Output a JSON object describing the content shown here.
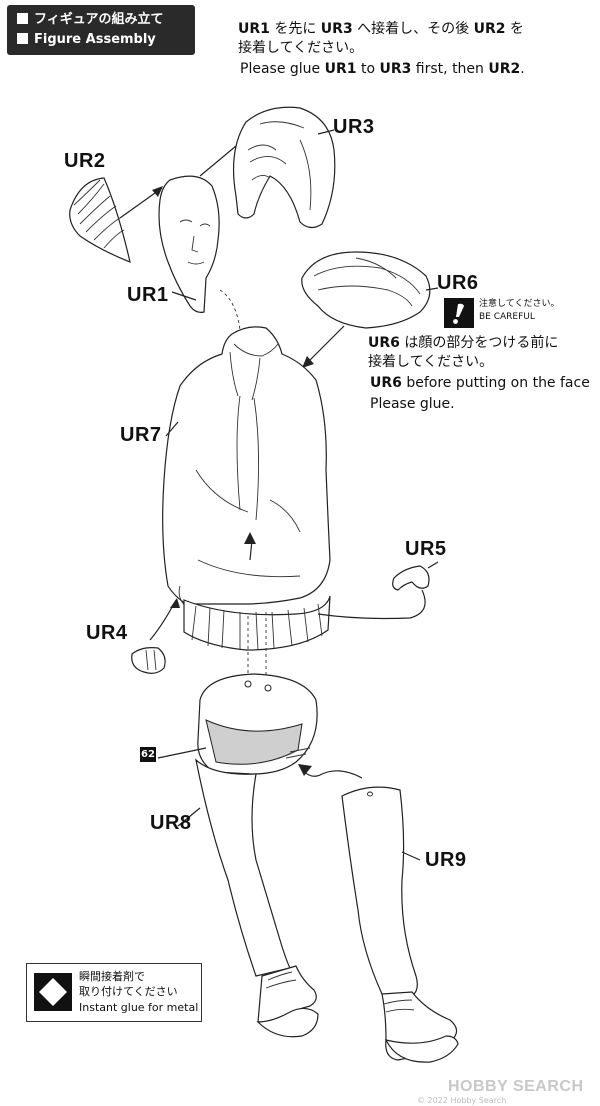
{
  "header": {
    "title_jp": "フィギュアの組み立て",
    "title_en": "Figure Assembly"
  },
  "instruction": {
    "jp_line1": [
      "UR1",
      " を先に ",
      "UR3",
      " へ接着し、その後 ",
      "UR2",
      " を"
    ],
    "jp_line2": "接着してください。",
    "en_line": [
      "Please glue ",
      "UR1",
      " to ",
      "UR3",
      " first, then ",
      "UR2",
      "."
    ]
  },
  "parts": {
    "ur1": "UR1",
    "ur2": "UR2",
    "ur3": "UR3",
    "ur4": "UR4",
    "ur5": "UR5",
    "ur6": "UR6",
    "ur7": "UR7",
    "ur8": "UR8",
    "ur9": "UR9"
  },
  "careful": {
    "jp": "注意してください。",
    "en": "BE CAREFUL",
    "icon": "exclamation-icon"
  },
  "ur6_note": {
    "jp_line1_part": "UR6",
    "jp_line1_rest": " は顔の部分をつける前に",
    "jp_line2": "接着してください。",
    "en_line1_part": "UR6",
    "en_line1_rest": " before putting on the face",
    "en_line2": "Please glue."
  },
  "part_number": "62",
  "glue_note": {
    "jp_line1": "瞬間接着剤で",
    "jp_line2": "取り付けてください",
    "en": "Instant glue for metal",
    "icon": "diamond-icon"
  },
  "watermark": {
    "brand": "HOBBY SEARCH",
    "copyright": "© 2022 Hobby Search"
  }
}
